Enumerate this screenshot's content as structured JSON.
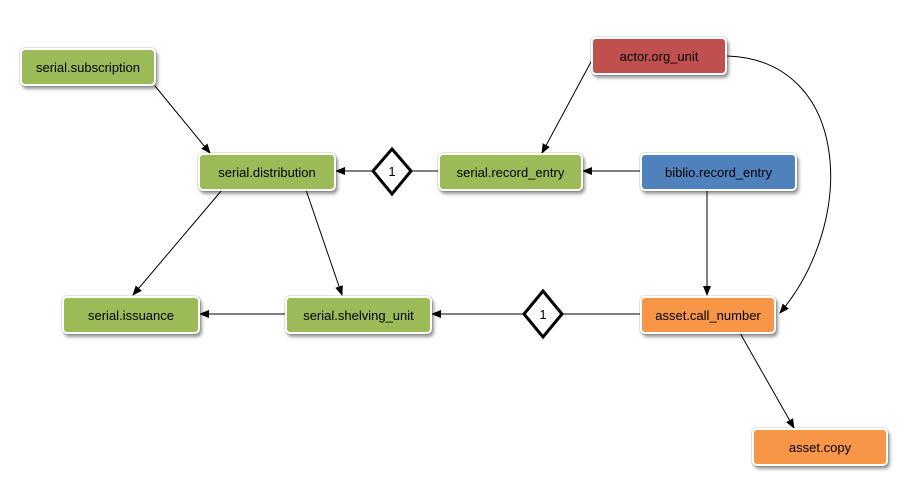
{
  "colors": {
    "serial": "#9BBB59",
    "actor": "#C0504D",
    "biblio": "#4F81BD",
    "asset": "#F79646",
    "edge": "#000000"
  },
  "nodes": {
    "serial_subscription": "serial.subscription",
    "serial_distribution": "serial.distribution",
    "serial_record_entry": "serial.record_entry",
    "actor_org_unit": "actor.org_unit",
    "biblio_record_entry": "biblio.record_entry",
    "serial_issuance": "serial.issuance",
    "serial_shelving_unit": "serial.shelving_unit",
    "asset_call_number": "asset.call_number",
    "asset_copy": "asset.copy"
  },
  "relationships": {
    "distribution_record_entry": "1",
    "shelving_unit_call_number": "1"
  }
}
